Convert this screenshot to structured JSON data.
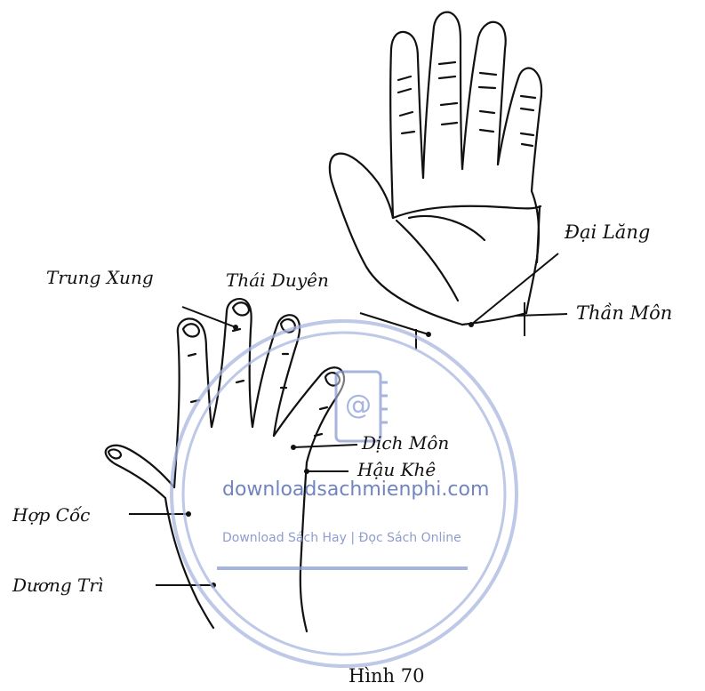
{
  "labels": {
    "dai_lang": "Đại Lăng",
    "than_mon": "Thần Môn",
    "trung_xung": "Trung Xung",
    "thai_duyen": "Thái Duyên",
    "dich_mon": "Dịch Môn",
    "hau_khe": "Hậu Khê",
    "hop_coc": "Hợp Cốc",
    "duong_tri": "Dương Trì"
  },
  "caption": "Hình 70",
  "watermark": {
    "url": "downloadsachmienphi.com",
    "tagline": "Download Sách Hay | Đọc Sách Online",
    "icon": "book-at-icon",
    "color": "#8a9bd4"
  }
}
